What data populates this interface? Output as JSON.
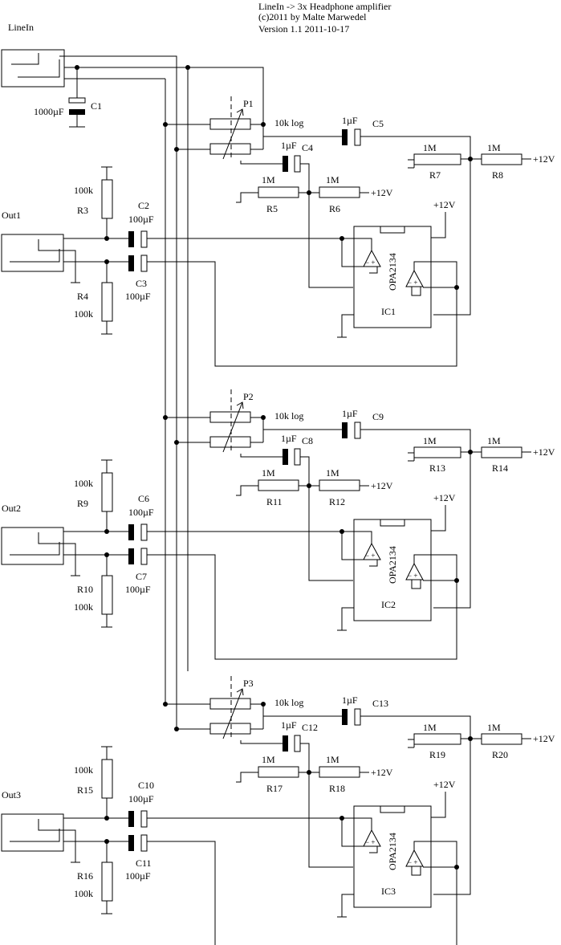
{
  "header": {
    "title": "LineIn -> 3x Headphone amplifier",
    "copyright": "(c)2011 by Malte Marwedel",
    "version": "Version 1.1 2011-10-17"
  },
  "input": {
    "label": "LineIn",
    "cap_value": "1000µF",
    "cap_name": "C1"
  },
  "stages": [
    {
      "out": "Out1",
      "pot": "P1",
      "pot_value": "10k log",
      "ic": "IC1",
      "opamp": "OPA2134",
      "supply": "+12V",
      "c_fb": "C5",
      "c_fb_val": "1µF",
      "c_in": "C4",
      "c_in_val": "1µF",
      "r_top_a": "R7",
      "r_top_a_val": "1M",
      "r_top_b": "R8",
      "r_top_b_val": "1M",
      "r_mid_a": "R5",
      "r_mid_a_val": "1M",
      "r_mid_b": "R6",
      "r_mid_b_val": "1M",
      "r_up": "R3",
      "r_up_val": "100k",
      "r_dn": "R4",
      "r_dn_val": "100k",
      "c_out_a": "C2",
      "c_out_a_val": "100µF",
      "c_out_b": "C3",
      "c_out_b_val": "100µF"
    },
    {
      "out": "Out2",
      "pot": "P2",
      "pot_value": "10k log",
      "ic": "IC2",
      "opamp": "OPA2134",
      "supply": "+12V",
      "c_fb": "C9",
      "c_fb_val": "1µF",
      "c_in": "C8",
      "c_in_val": "1µF",
      "r_top_a": "R13",
      "r_top_a_val": "1M",
      "r_top_b": "R14",
      "r_top_b_val": "1M",
      "r_mid_a": "R11",
      "r_mid_a_val": "1M",
      "r_mid_b": "R12",
      "r_mid_b_val": "1M",
      "r_up": "R9",
      "r_up_val": "100k",
      "r_dn": "R10",
      "r_dn_val": "100k",
      "c_out_a": "C6",
      "c_out_a_val": "100µF",
      "c_out_b": "C7",
      "c_out_b_val": "100µF"
    },
    {
      "out": "Out3",
      "pot": "P3",
      "pot_value": "10k log",
      "ic": "IC3",
      "opamp": "OPA2134",
      "supply": "+12V",
      "c_fb": "C13",
      "c_fb_val": "1µF",
      "c_in": "C12",
      "c_in_val": "1µF",
      "r_top_a": "R19",
      "r_top_a_val": "1M",
      "r_top_b": "R20",
      "r_top_b_val": "1M",
      "r_mid_a": "R17",
      "r_mid_a_val": "1M",
      "r_mid_b": "R18",
      "r_mid_b_val": "1M",
      "r_up": "R15",
      "r_up_val": "100k",
      "r_dn": "R16",
      "r_dn_val": "100k",
      "c_out_a": "C10",
      "c_out_a_val": "100µF",
      "c_out_b": "C11",
      "c_out_b_val": "100µF"
    }
  ]
}
